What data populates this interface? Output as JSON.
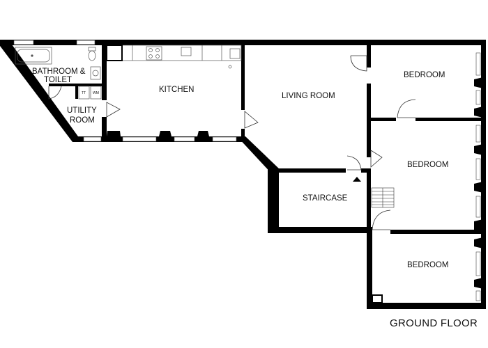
{
  "rooms": {
    "bathroom_line1": "BATHROOM &",
    "bathroom_line2": "TOILET",
    "kitchen": "KITCHEN",
    "utility_line1": "UTILITY",
    "utility_line2": "ROOM",
    "living_room": "LIVING ROOM",
    "staircase": "STAIRCASE",
    "bedroom_1": "BEDROOM",
    "bedroom_2": "BEDROOM",
    "bedroom_3": "BEDROOM"
  },
  "appliances": {
    "tumble_dryer": "TT",
    "washing_machine": "WM"
  },
  "floor_label": "GROUND FLOOR",
  "colors": {
    "wall": "#000000",
    "background": "#ffffff",
    "fixture": "#555555"
  }
}
